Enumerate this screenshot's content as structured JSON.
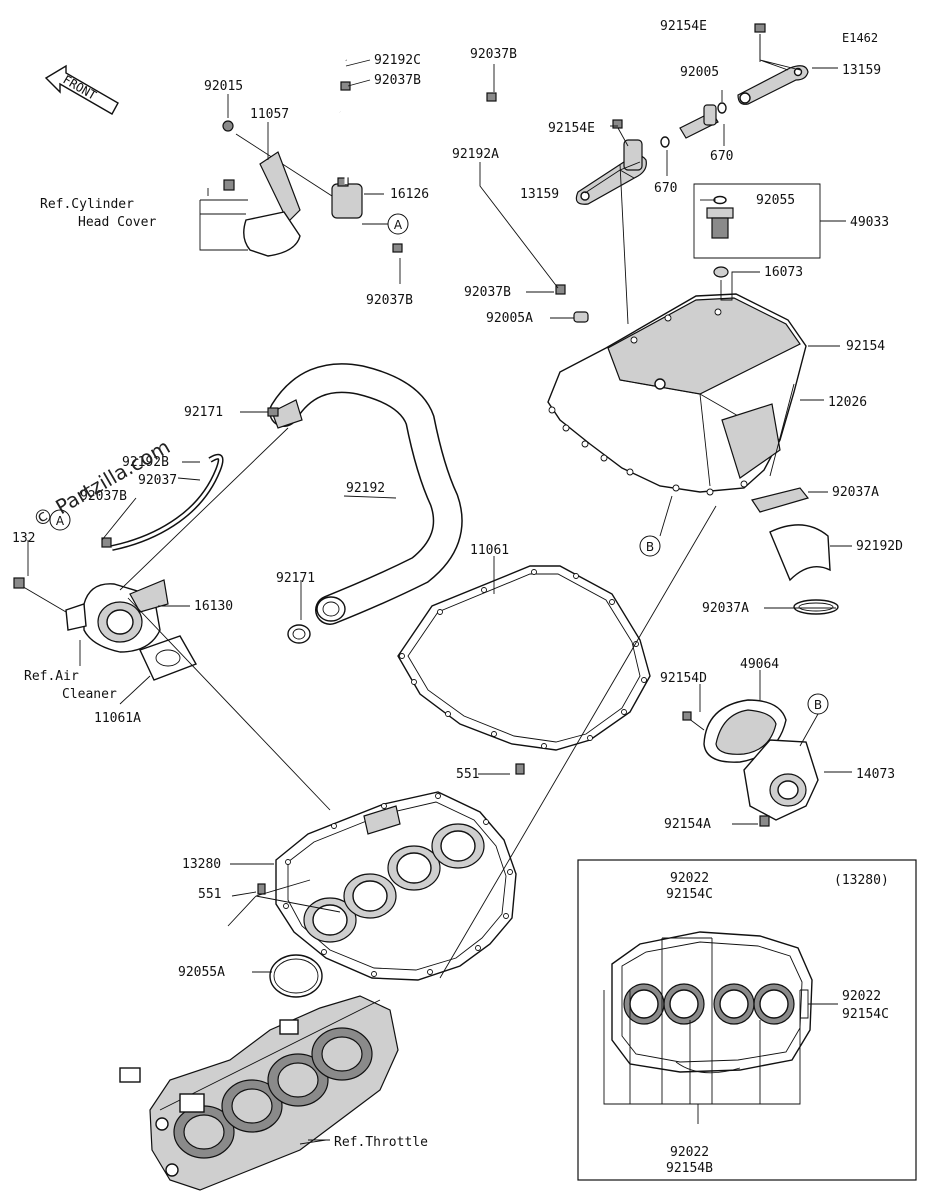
{
  "diagram_code": "E1462",
  "watermark": "© Partzilla.com",
  "front_arrow_label": "FRONT",
  "inset_label": "(13280)",
  "callout_letters": {
    "a": "A",
    "b": "B"
  },
  "labels": {
    "p92154E_top": "92154E",
    "p13159_top": "13159",
    "p92005": "92005",
    "p92154E_mid": "92154E",
    "p670_right": "670",
    "p670_left": "670",
    "p13159_left": "13159",
    "p92055": "92055",
    "p49033": "49033",
    "p16073": "16073",
    "p92192C": "92192C",
    "p92037B_a": "92037B",
    "p92037B_b": "92037B",
    "p92015": "92015",
    "p11057": "11057",
    "p16126": "16126",
    "p92192A": "92192A",
    "p92037B_c": "92037B",
    "p92037B_d": "92037B",
    "p92005A": "92005A",
    "p92154": "92154",
    "p12026": "12026",
    "p92171_top": "92171",
    "p92192B": "92192B",
    "p92037B_e": "92037",
    "p92037B_f": "92037B",
    "p92192": "92192",
    "p92037A_right": "92037A",
    "p92192D": "92192D",
    "p132": "132",
    "p16130": "16130",
    "p92171_mid": "92171",
    "p11061": "11061",
    "p92037A_mid": "92037A",
    "p92154D": "92154D",
    "p49064": "49064",
    "p14073": "14073",
    "p11061A": "11061A",
    "p551_top": "551",
    "p92154A": "92154A",
    "p13280": "13280",
    "p551_left": "551",
    "p92055A": "92055A",
    "in_92022_top": "92022",
    "in_92154C_top": "92154C",
    "in_92022_right": "92022",
    "in_92154C_right": "92154C",
    "in_92022_bottom": "92022",
    "in_92154B_bottom": "92154B"
  },
  "references": {
    "cyl_head_1": "Ref.Cylinder",
    "cyl_head_2": "Head Cover",
    "air_cleaner_1": "Ref.Air",
    "air_cleaner_2": "Cleaner",
    "throttle": "Ref.Throttle"
  }
}
